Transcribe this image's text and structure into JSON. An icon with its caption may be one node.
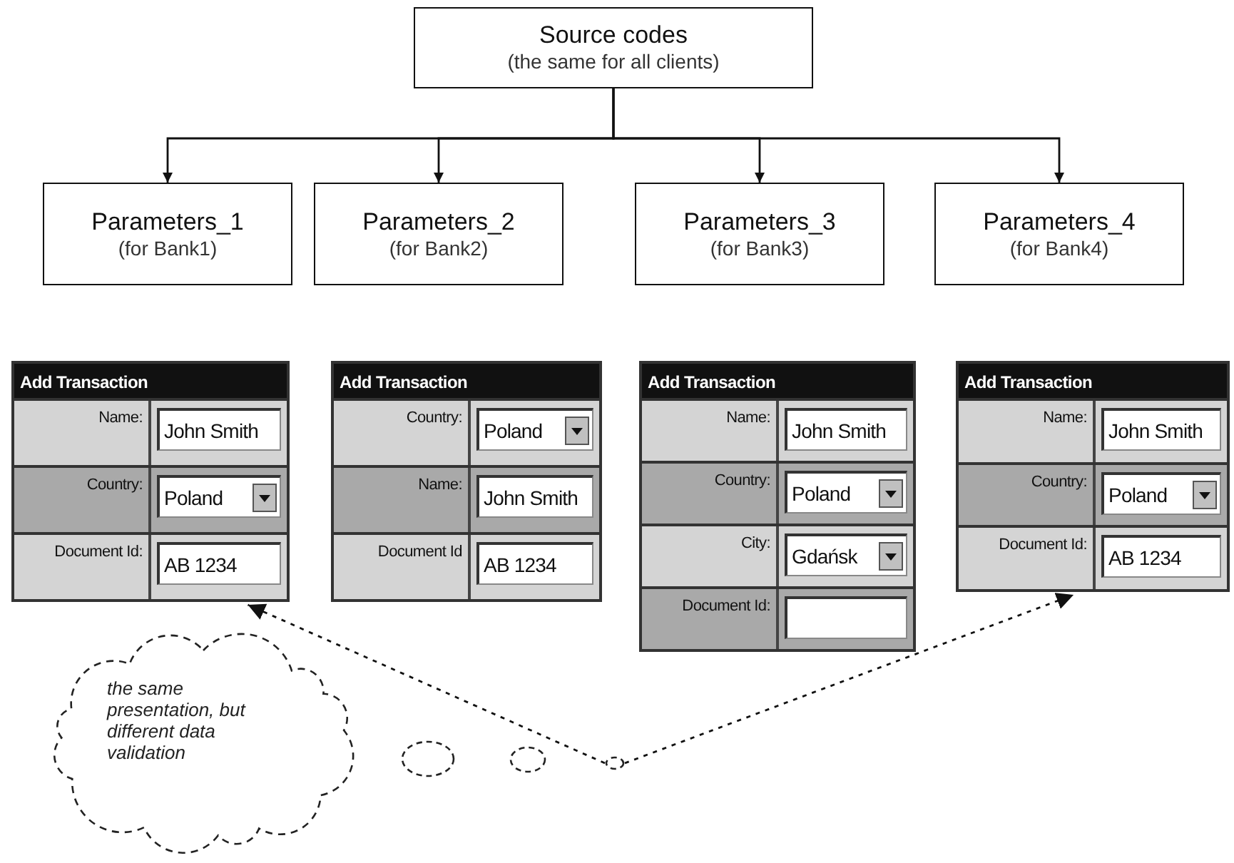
{
  "diagram": {
    "nodes": [
      {
        "text": [
          "Source codes",
          "(the same for all clients)"
        ]
      },
      {
        "text": [
          "Parameters_1",
          "(for Bank1)"
        ]
      },
      {
        "text": [
          "Parameters_2",
          "(for Bank2)"
        ]
      },
      {
        "text": [
          "Parameters_3",
          "(for Bank3)"
        ]
      },
      {
        "text": [
          "Parameters_4",
          "(for Bank4)"
        ]
      },
      {
        "text": [
          "Add Transaction",
          "Name:",
          "John Smith",
          "Country:",
          "Poland",
          "Document Id:",
          "AB 1234"
        ]
      },
      {
        "text": [
          "Add Transaction",
          "Country:",
          "Poland",
          "Name:",
          "John Smith",
          "Document Id",
          "AB 1234"
        ]
      },
      {
        "text": [
          "Add Transaction",
          "Name:",
          "John Smith",
          "Country:",
          "Poland",
          "City:",
          "Gdańsk",
          "Document Id:"
        ]
      },
      {
        "text": [
          "Add Transaction",
          "Name:",
          "John Smith",
          "Country:",
          "Poland",
          "Document Id:",
          "AB 1234"
        ]
      },
      {
        "text": [
          "the same presentation, but different data validation"
        ]
      },
      {
        "text": [],
        "shape": "circle"
      },
      {
        "text": [],
        "shape": "circle"
      },
      {
        "text": [],
        "shape": "circle"
      }
    ],
    "edges": [
      {
        "from": 0,
        "to": 1,
        "arrow": "to"
      },
      {
        "from": 0,
        "to": 2,
        "arrow": "to"
      },
      {
        "from": 0,
        "to": 3,
        "arrow": "to"
      },
      {
        "from": 0,
        "to": 4,
        "arrow": "to"
      },
      {
        "from": 12,
        "to": 5,
        "arrow": "to",
        "style": "dashed"
      },
      {
        "from": 12,
        "to": 8,
        "arrow": "to",
        "style": "dashed"
      }
    ]
  }
}
